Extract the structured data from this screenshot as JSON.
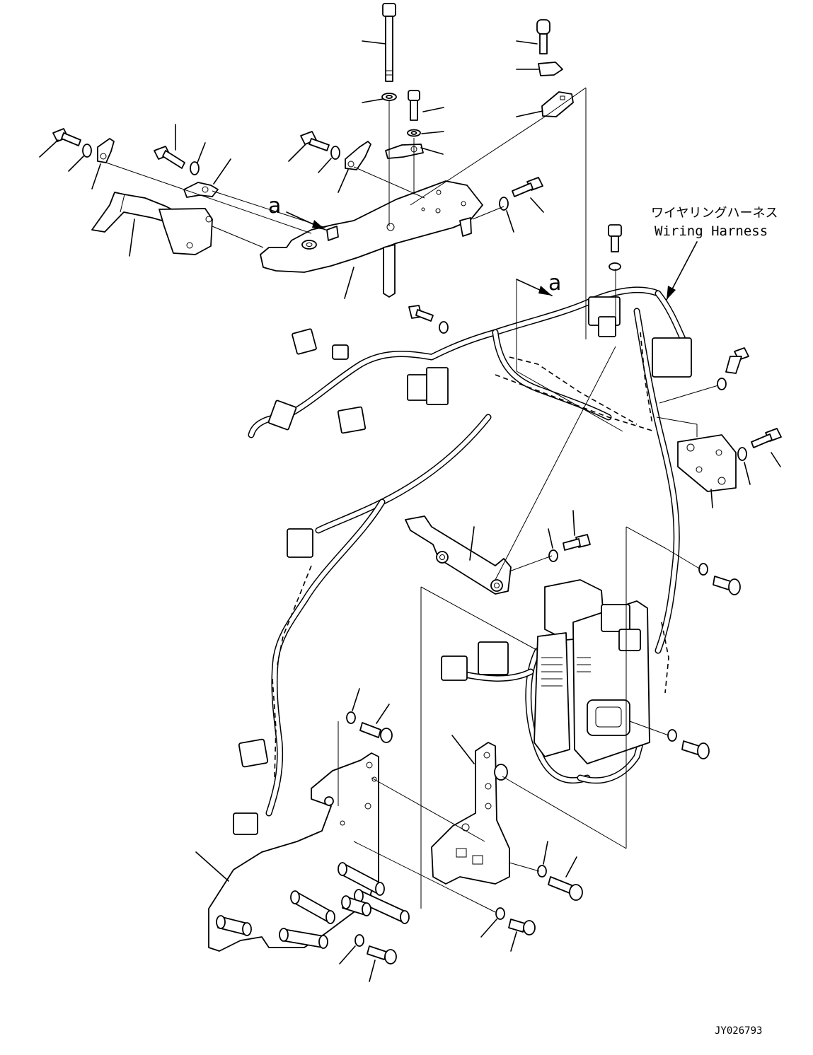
{
  "callout_text": {
    "harness_jp": "ワイヤリングハーネス",
    "harness_en": "Wiring Harness",
    "view_marker_1": "a",
    "view_marker_2": "a"
  },
  "drawing_number": "JY026793"
}
